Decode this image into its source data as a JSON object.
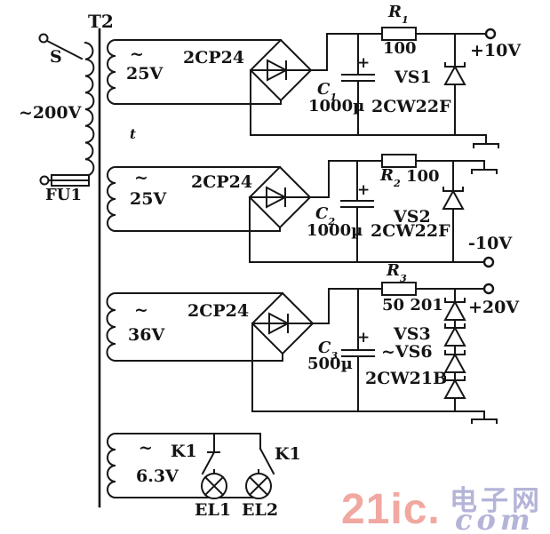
{
  "colors": {
    "line": "#161616",
    "background": "#ffffff",
    "watermark_pink": "#f0a8a0",
    "watermark_blue": "#b4b4d8"
  },
  "transformer": {
    "label": "T2",
    "tap_mark": "t"
  },
  "input": {
    "switch_label": "S",
    "mains_voltage": "~200V",
    "fuse_label": "FU1"
  },
  "stages": [
    {
      "winding_tilde": "~",
      "winding_voltage": "25V",
      "rectifier": "2CP24",
      "cap_name": "C",
      "cap_sub": "1",
      "cap_value": "1000µ",
      "cap_plus": "+",
      "res_name": "R",
      "res_sub": "1",
      "res_value": "100",
      "zener_name": "VS1",
      "zener_type": "2CW22F",
      "output": "+10V"
    },
    {
      "winding_tilde": "~",
      "winding_voltage": "25V",
      "rectifier": "2CP24",
      "cap_name": "C",
      "cap_sub": "2",
      "cap_value": "1000µ",
      "cap_plus": "+",
      "res_name": "R",
      "res_sub": "2",
      "res_value": "100",
      "zener_name": "VS2",
      "zener_type": "2CW22F",
      "output": "-10V"
    },
    {
      "winding_tilde": "~",
      "winding_voltage": "36V",
      "rectifier": "2CP24",
      "cap_name": "C",
      "cap_sub": "3",
      "cap_value": "500µ",
      "cap_plus": "+",
      "res_name": "R",
      "res_sub": "3",
      "res_value": "50 201",
      "zener_name": "VS3",
      "zener_range": "~VS6",
      "zener_type": "2CW21B",
      "output": "+20V"
    }
  ],
  "lamp_section": {
    "winding_tilde": "~",
    "winding_voltage": "6.3V",
    "contact1_label": "K1",
    "contact2_label": "K1",
    "lamp1_label": "EL1",
    "lamp2_label": "EL2"
  },
  "watermark": {
    "brand": "21ic.",
    "cn": "电子网",
    "tld": "com"
  }
}
